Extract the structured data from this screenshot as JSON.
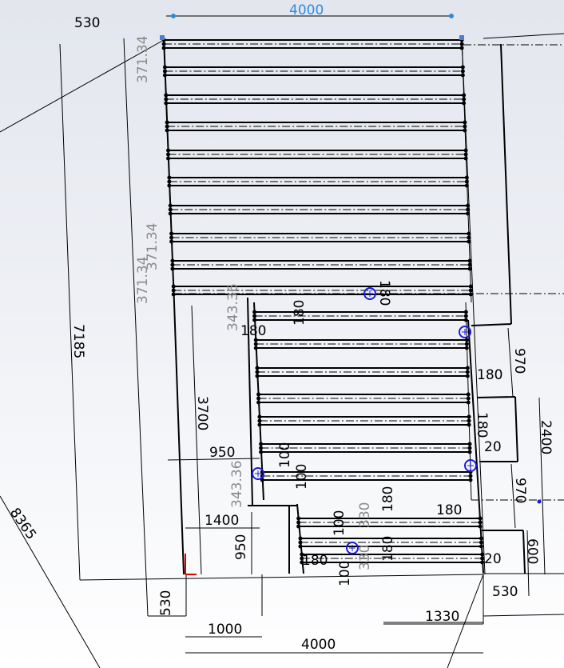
{
  "sketch": {
    "dims": {
      "top_width": "4000",
      "top_left_530": "530",
      "riser_1": "371.34",
      "riser_2": "371.34",
      "riser_3": "371.34",
      "total_height": "7185",
      "diagonal": "8365",
      "mid_riser_1": "343.36",
      "mid_riser_2": "343.36",
      "tread_180_a": "180",
      "tread_180_b": "180",
      "tread_180_c": "180",
      "tread_180_d": "180",
      "tread_180_e": "180",
      "tread_180_f": "180",
      "tread_180_g": "180",
      "tread_180_h": "180",
      "tread_180_i": "180",
      "height_3700": "3700",
      "offset_950_a": "950",
      "offset_950_b": "950",
      "offset_1400": "1400",
      "gap_100_a": "100",
      "gap_100_b": "100",
      "gap_100_c": "100",
      "gap_100_d": "100",
      "low_riser_1": "330",
      "low_riser_2": "330",
      "landing_970_a": "970",
      "landing_970_b": "970",
      "landing_2400": "2400",
      "gap_20_a": "20",
      "gap_20_b": "20",
      "height_600": "600",
      "bottom_530_a": "530",
      "bottom_530_b": "530",
      "width_1000": "1000",
      "width_1330": "1330",
      "bottom_width": "4000"
    },
    "colors": {
      "line": "#000000",
      "dimension": "#000000",
      "driven": "#8a8a8a",
      "selected": "#2a8de0",
      "point": "#0000ff"
    }
  }
}
